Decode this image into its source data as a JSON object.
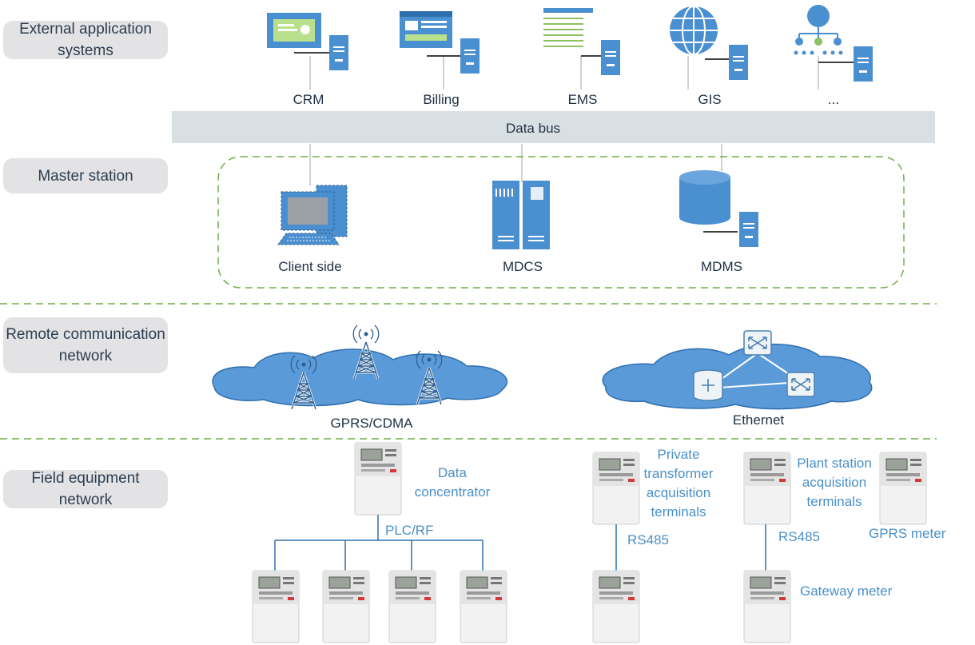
{
  "layers": {
    "external": "External application systems",
    "master": "Master station",
    "remote": "Remote communication network",
    "field": "Field equipment network"
  },
  "external_systems": [
    "CRM",
    "Billing",
    "EMS",
    "GIS",
    "..."
  ],
  "data_bus": "Data bus",
  "master_station": [
    "Client side",
    "MDCS",
    "MDMS"
  ],
  "networks": [
    "GPRS/CDMA",
    "Ethernet"
  ],
  "field": {
    "data_concentrator": "Data concentrator",
    "plc_rf": "PLC/RF",
    "private_transformer": "Private transformer acquisition terminals",
    "plant_station": "Plant station acquisition terminals",
    "rs485_left": "RS485",
    "rs485_right": "RS485",
    "gprs_meter": "GPRS meter",
    "gateway_meter": "Gateway meter"
  },
  "colors": {
    "icon_blue": "#4a8fd0",
    "cloud_blue": "#5b9ad9",
    "bus_gray": "#d9e0e4",
    "dash_green": "#6fae45",
    "label_bg": "#e3e3e5",
    "field_text": "#4a90c8"
  }
}
